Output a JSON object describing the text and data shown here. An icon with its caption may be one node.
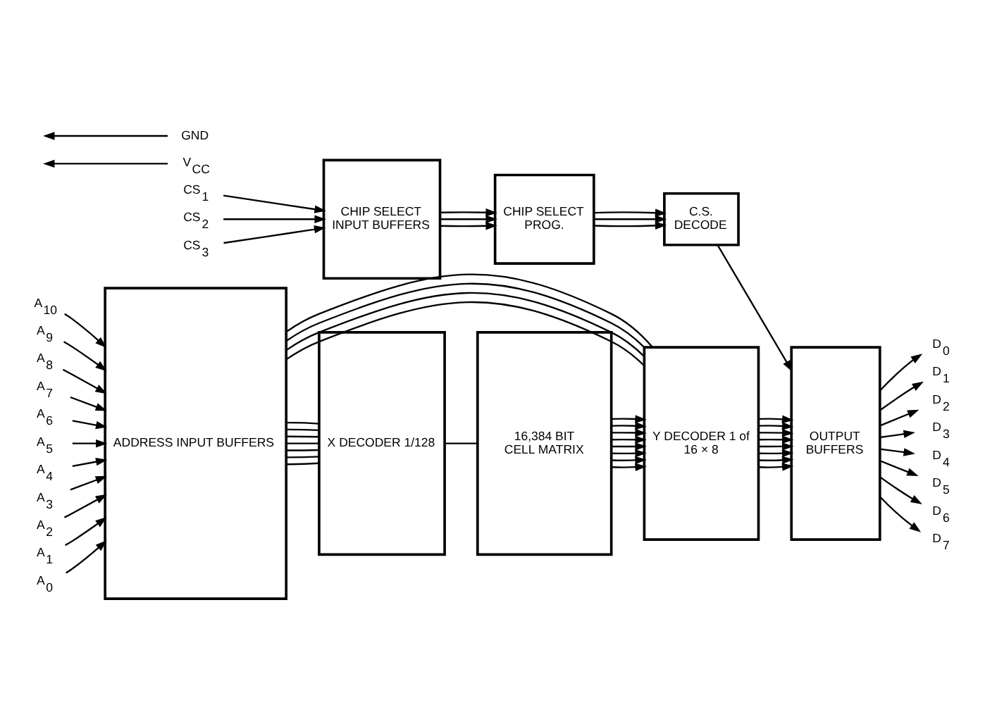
{
  "diagram": {
    "nodes": [
      {
        "text": [
          "OUTPUT BUFFERS"
        ]
      },
      {
        "text": [
          "C.S. DECODE"
        ]
      },
      {
        "text": [
          "ADDRESS INPUT BUFFERS"
        ]
      },
      {
        "text": [
          "Y DECODER 1 of 16 × 8"
        ]
      },
      {
        "text": [
          "CHIP SELECT PROG."
        ]
      },
      {
        "text": [
          "X DECODER 1/128"
        ]
      },
      {
        "text": [
          "16,384 BIT CELL MATRIX"
        ]
      },
      {
        "text": [
          "CHIP SELECT INPUT BUFFERS"
        ]
      },
      {
        "text": [
          "D$_{0}$"
        ]
      },
      {
        "text": [
          "D$_{1}$"
        ]
      },
      {
        "text": [
          "D$_{2}$"
        ]
      },
      {
        "text": [
          "D$_{3}$"
        ]
      },
      {
        "text": [
          "D$_{4}$"
        ]
      },
      {
        "text": [
          "D$_{5}$"
        ]
      },
      {
        "text": [
          "D$_{6}$"
        ]
      },
      {
        "text": [
          "D$_{7}$"
        ]
      },
      {
        "text": [
          "V$_{CC}$"
        ]
      },
      {
        "text": [
          "GND"
        ]
      },
      {
        "text": [
          "A$_{10}$"
        ]
      },
      {
        "text": [
          "A$_{9}$"
        ]
      },
      {
        "text": [
          "A$_{8}$"
        ]
      },
      {
        "text": [
          "A$_{7}$"
        ]
      },
      {
        "text": [
          "A$_{6}$"
        ]
      },
      {
        "text": [
          "A$_{5}$"
        ]
      },
      {
        "text": [
          "A$_{4}$"
        ]
      },
      {
        "text": [
          "A$_{3}$"
        ]
      },
      {
        "text": [
          "A$_{2}$"
        ]
      },
      {
        "text": [
          "A$_{1}$"
        ]
      },
      {
        "text": [
          "A$_{0}$"
        ]
      },
      {
        "text": [
          "CS$_{1}$"
        ]
      },
      {
        "text": [
          "CS$_{2}$"
        ]
      },
      {
        "text": [
          "CS$_{3}$"
        ]
      }
    ],
    "edges": [
      {
        "from": 18,
        "to": 2,
        "arrow": "to"
      },
      {
        "from": 19,
        "to": 2,
        "arrow": "to"
      },
      {
        "from": 20,
        "to": 2,
        "arrow": "to"
      },
      {
        "from": 21,
        "to": 2,
        "arrow": "to"
      },
      {
        "from": 22,
        "to": 2,
        "arrow": "to"
      },
      {
        "from": 23,
        "to": 2,
        "arrow": "to"
      },
      {
        "from": 24,
        "to": 2,
        "arrow": "to"
      },
      {
        "from": 25,
        "to": 2,
        "arrow": "to"
      },
      {
        "from": 26,
        "to": 2,
        "arrow": "to"
      },
      {
        "from": 27,
        "to": 2,
        "arrow": "to"
      },
      {
        "from": 28,
        "to": 2,
        "arrow": "to"
      },
      {
        "from": 2,
        "to": 3,
        "arrow": "none"
      },
      {
        "from": 2,
        "to": 3,
        "arrow": "none"
      },
      {
        "from": 2,
        "to": 3,
        "arrow": "none"
      },
      {
        "from": 2,
        "to": 3,
        "arrow": "none"
      },
      {
        "from": 2,
        "to": 5,
        "arrow": "none"
      },
      {
        "from": 2,
        "to": 5,
        "arrow": "none"
      },
      {
        "from": 2,
        "to": 5,
        "arrow": "none"
      },
      {
        "from": 2,
        "to": 5,
        "arrow": "none"
      },
      {
        "from": 2,
        "to": 5,
        "arrow": "none"
      },
      {
        "from": 2,
        "to": 5,
        "arrow": "none"
      },
      {
        "from": 2,
        "to": 5,
        "arrow": "none"
      },
      {
        "from": 5,
        "to": 6,
        "arrow": "none"
      },
      {
        "from": 6,
        "to": 3,
        "arrow": "to"
      },
      {
        "from": 6,
        "to": 3,
        "arrow": "to"
      },
      {
        "from": 6,
        "to": 3,
        "arrow": "to"
      },
      {
        "from": 6,
        "to": 3,
        "arrow": "to"
      },
      {
        "from": 6,
        "to": 3,
        "arrow": "to"
      },
      {
        "from": 6,
        "to": 3,
        "arrow": "to"
      },
      {
        "from": 6,
        "to": 3,
        "arrow": "to"
      },
      {
        "from": 6,
        "to": 3,
        "arrow": "to"
      },
      {
        "from": 3,
        "to": 0,
        "arrow": "to"
      },
      {
        "from": 3,
        "to": 0,
        "arrow": "to"
      },
      {
        "from": 3,
        "to": 0,
        "arrow": "to"
      },
      {
        "from": 3,
        "to": 0,
        "arrow": "to"
      },
      {
        "from": 3,
        "to": 0,
        "arrow": "to"
      },
      {
        "from": 3,
        "to": 0,
        "arrow": "to"
      },
      {
        "from": 3,
        "to": 0,
        "arrow": "to"
      },
      {
        "from": 3,
        "to": 0,
        "arrow": "to"
      },
      {
        "from": 0,
        "to": 8,
        "arrow": "to"
      },
      {
        "from": 0,
        "to": 9,
        "arrow": "to"
      },
      {
        "from": 0,
        "to": 10,
        "arrow": "to"
      },
      {
        "from": 0,
        "to": 11,
        "arrow": "to"
      },
      {
        "from": 0,
        "to": 12,
        "arrow": "to"
      },
      {
        "from": 0,
        "to": 13,
        "arrow": "to"
      },
      {
        "from": 0,
        "to": 14,
        "arrow": "to"
      },
      {
        "from": 0,
        "to": 15,
        "arrow": "to"
      },
      {
        "from": 1,
        "to": 0,
        "arrow": "to"
      },
      {
        "from": 4,
        "to": 1,
        "arrow": "to"
      },
      {
        "from": 4,
        "to": 1,
        "arrow": "to"
      },
      {
        "from": 4,
        "to": 1,
        "arrow": "to"
      },
      {
        "from": 7,
        "to": 4,
        "arrow": "to"
      },
      {
        "from": 7,
        "to": 4,
        "arrow": "to"
      },
      {
        "from": 7,
        "to": 4,
        "arrow": "to"
      },
      {
        "from": 29,
        "to": 7,
        "arrow": "to"
      },
      {
        "from": 30,
        "to": 7,
        "arrow": "to"
      },
      {
        "from": 31,
        "to": 7,
        "arrow": "to"
      },
      {
        "from": 16,
        "to": null,
        "arrow": "to"
      },
      {
        "from": 17,
        "to": null,
        "arrow": "to"
      }
    ]
  }
}
